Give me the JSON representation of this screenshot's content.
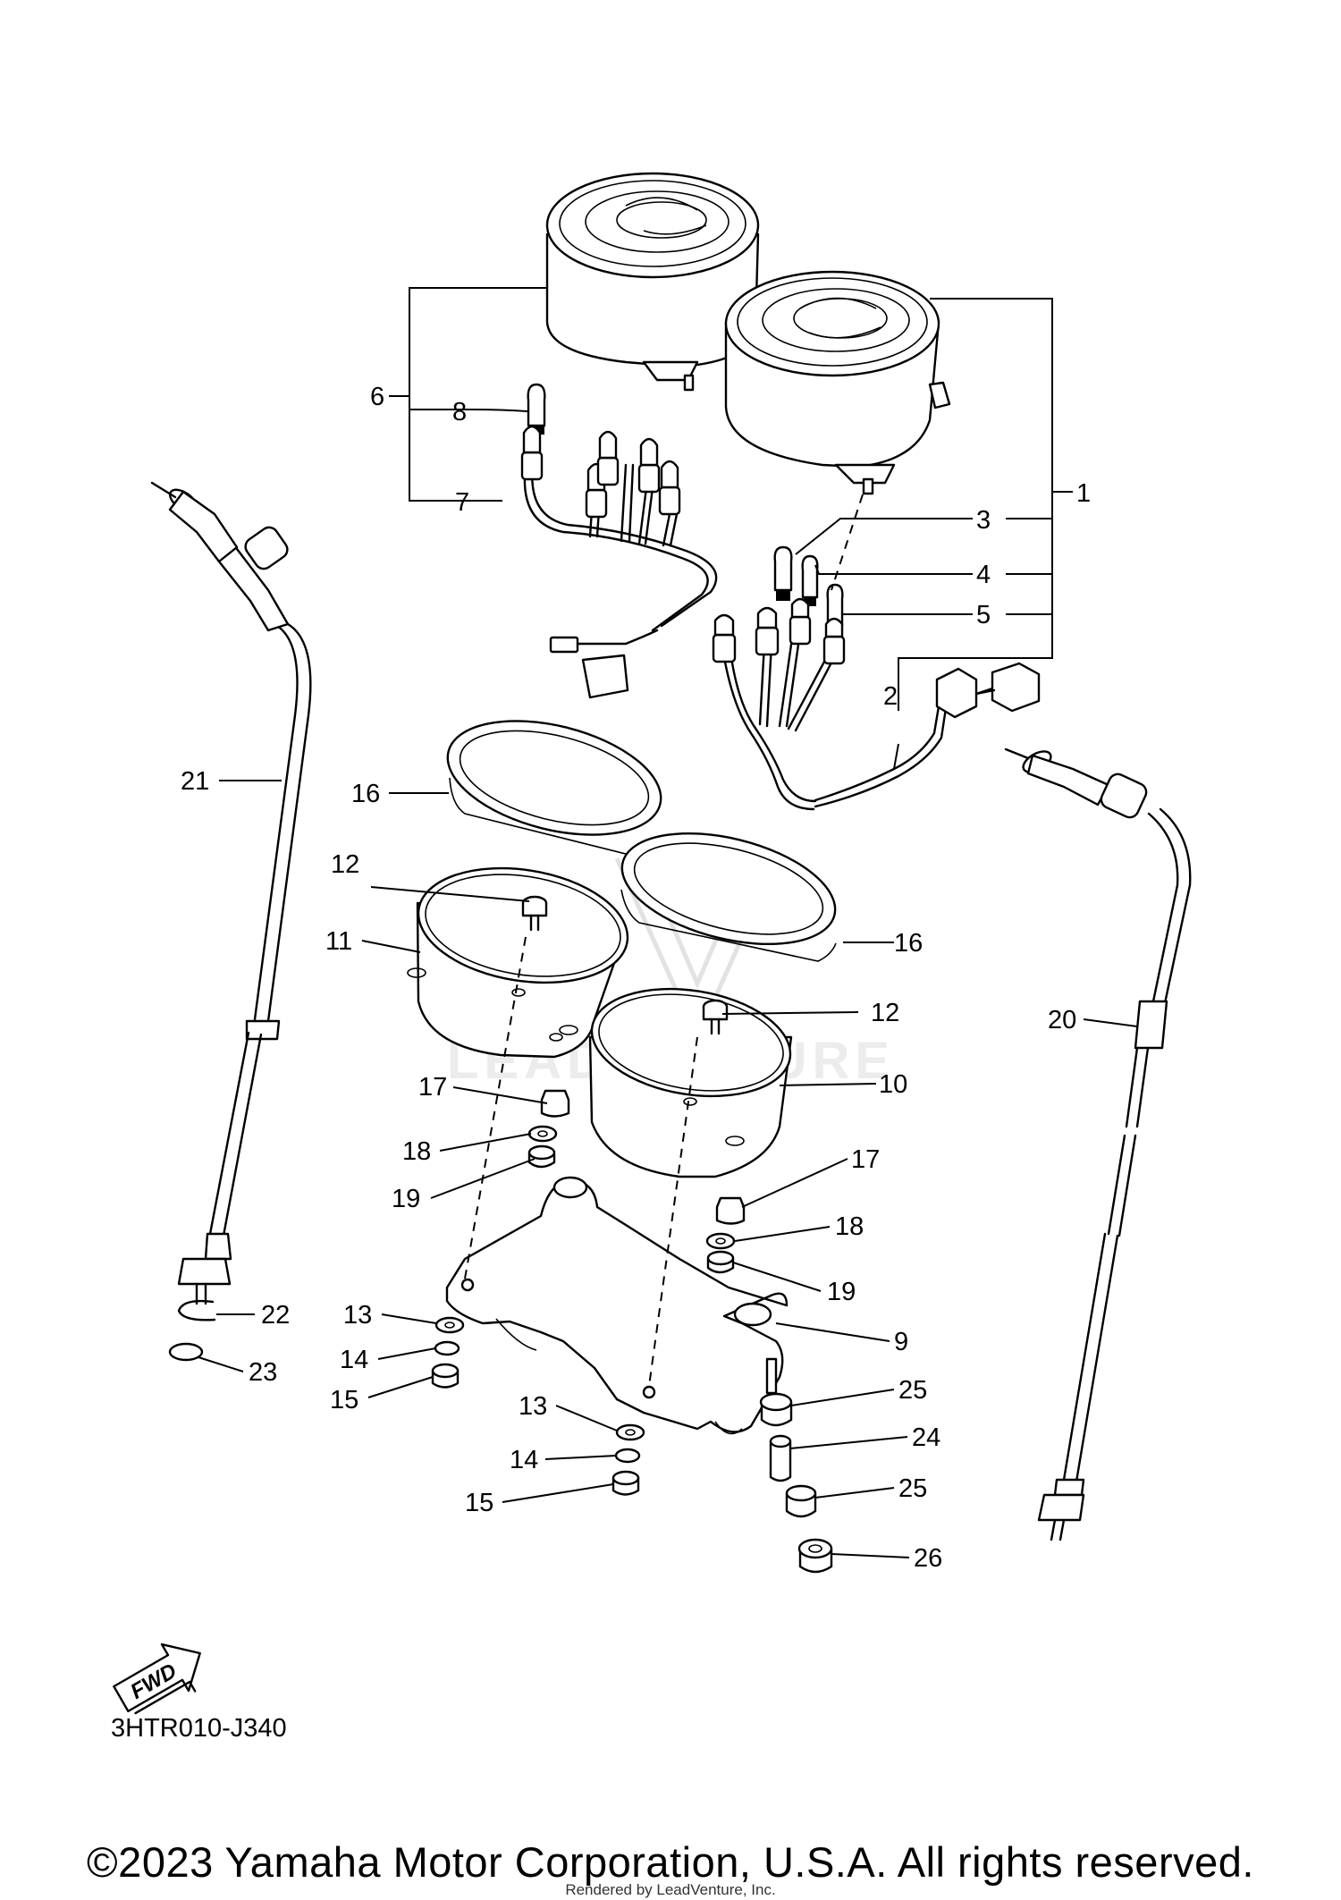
{
  "diagram": {
    "code": "3HTR010-J340",
    "fwd_label": "FWD",
    "watermark": "LEADVENTURE",
    "callouts": {
      "c1": "1",
      "c2": "2",
      "c3": "3",
      "c4": "4",
      "c5": "5",
      "c6": "6",
      "c7": "7",
      "c8": "8",
      "c9": "9",
      "c10": "10",
      "c11": "11",
      "c12a": "12",
      "c12b": "12",
      "c13a": "13",
      "c13b": "13",
      "c14a": "14",
      "c14b": "14",
      "c15a": "15",
      "c15b": "15",
      "c16a": "16",
      "c16b": "16",
      "c17a": "17",
      "c17b": "17",
      "c18a": "18",
      "c18b": "18",
      "c19a": "19",
      "c19b": "19",
      "c20": "20",
      "c21": "21",
      "c22": "22",
      "c23": "23",
      "c24": "24",
      "c25a": "25",
      "c25b": "25",
      "c26": "26"
    }
  },
  "footer": {
    "copyright": "©2023 Yamaha Motor Corporation, U.S.A. All rights reserved.",
    "rendered_by": "Rendered by LeadVenture, Inc."
  }
}
